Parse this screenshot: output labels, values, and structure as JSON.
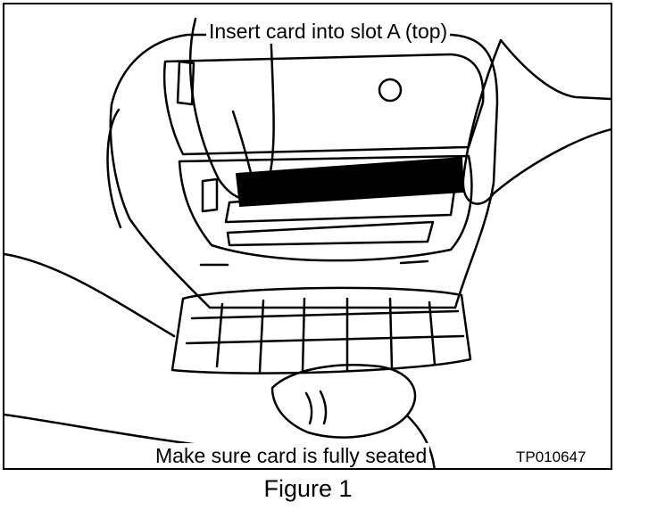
{
  "figure": {
    "instruction_top": "Insert card into slot A (top)",
    "instruction_bottom": "Make sure card is fully seated",
    "part_code": "TP010647",
    "caption": "Figure 1"
  }
}
